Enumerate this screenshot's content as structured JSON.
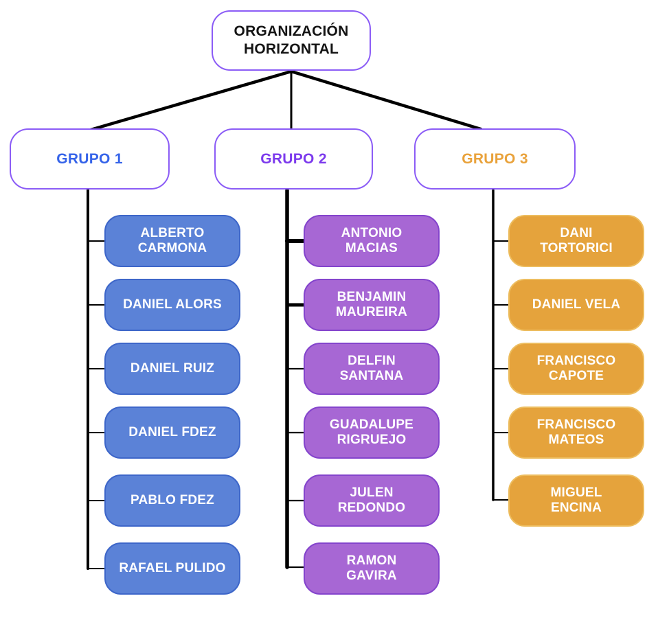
{
  "root": {
    "title": "ORGANIZACIÓN\nHORIZONTAL"
  },
  "groups": [
    {
      "label": "GRUPO 1",
      "members": [
        "ALBERTO\nCARMONA",
        "DANIEL ALORS",
        "DANIEL RUIZ",
        "DANIEL FDEZ",
        "PABLO FDEZ",
        "RAFAEL PULIDO"
      ]
    },
    {
      "label": "GRUPO 2",
      "members": [
        "ANTONIO\nMACIAS",
        "BENJAMIN\nMAUREIRA",
        "DELFIN\nSANTANA",
        "GUADALUPE\nRIGRUEJO",
        "JULEN\nREDONDO",
        "RAMON\nGAVIRA"
      ]
    },
    {
      "label": "GRUPO 3",
      "members": [
        "DANI\nTORTORICI",
        "DANIEL VELA",
        "FRANCISCO\nCAPOTE",
        "FRANCISCO\nMATEOS",
        "MIGUEL\nENCINA"
      ]
    }
  ],
  "colors": {
    "canvas_bg": "#ffffff",
    "node_border_purple": "#8b5cf6",
    "connector": "#000000",
    "title_text": "#141414",
    "member_text": "#ffffff",
    "group1_accent": "#3563e9",
    "group1_fill": "#5b82d7",
    "group1_border": "#3d66c9",
    "group2_accent": "#7c3aed",
    "group2_fill": "#a767d4",
    "group2_border": "#8444cc",
    "group3_accent": "#e9a23b",
    "group3_fill": "#e5a33c",
    "group3_border": "#edbd5f"
  }
}
